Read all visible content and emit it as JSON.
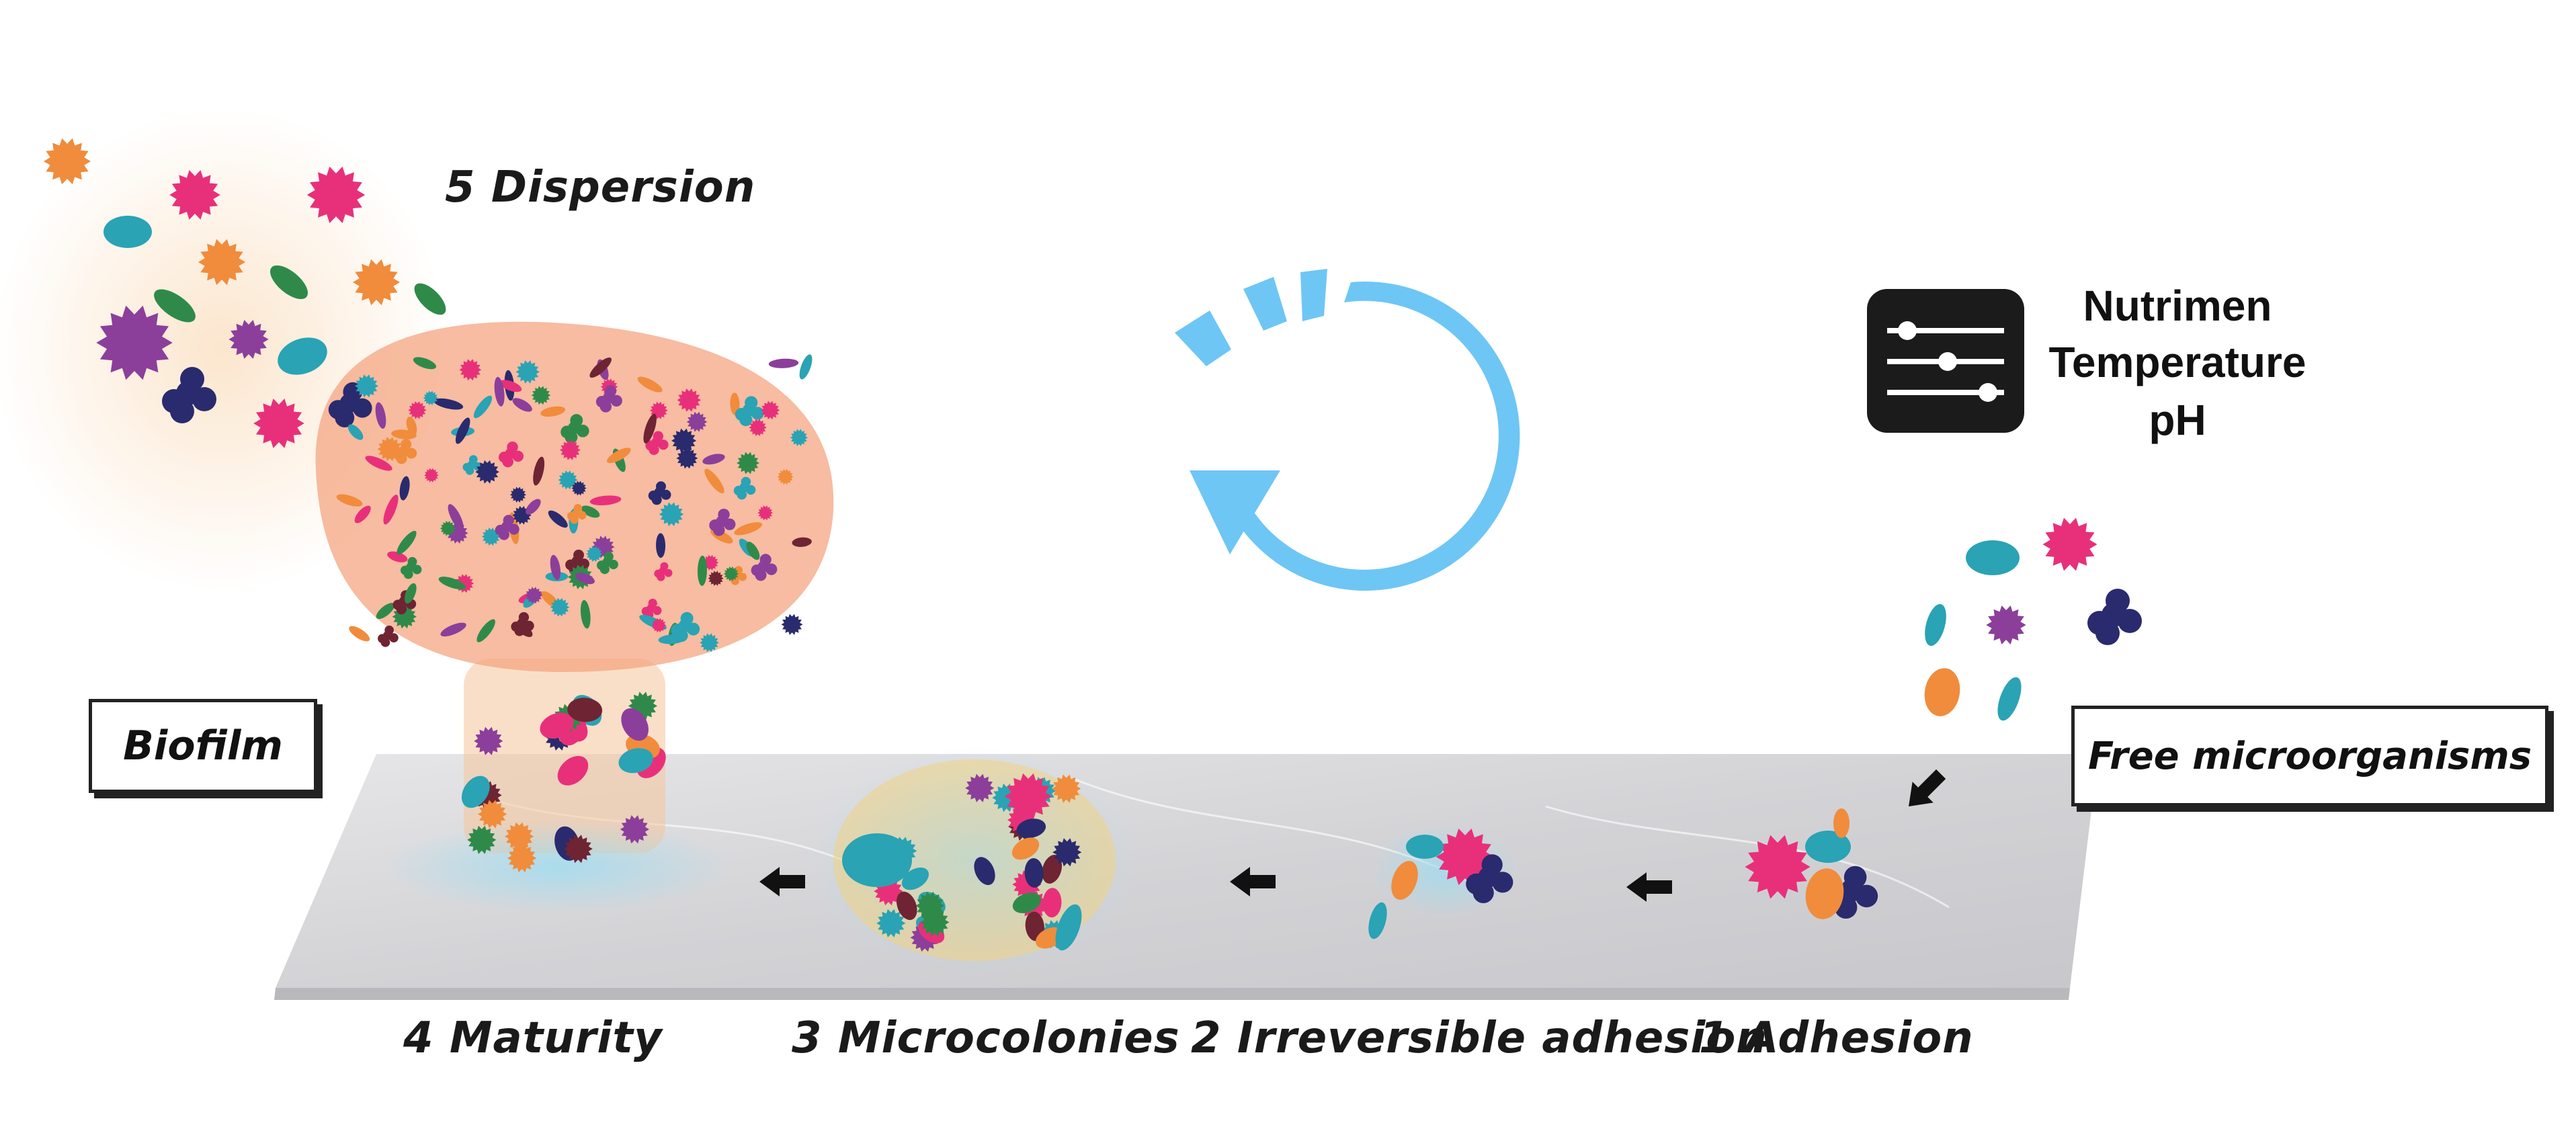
{
  "diagram": {
    "stages": {
      "dispersion": "5 Dispersion",
      "maturity": "4 Maturity",
      "microcolonies": "3 Microcolonies",
      "irreversible": "2 Irreversible adhesion",
      "adhesion": "1 Adhesion"
    },
    "boxes": {
      "biofilm": "Biofilm",
      "free": "Free microorganisms"
    },
    "conditions": [
      "Nutrimen",
      "Temperature",
      "pH"
    ],
    "icons": {
      "cycle": "cycle-arrow-icon",
      "settings": "sliders-icon",
      "arrow": "left-arrow-icon"
    },
    "colors": {
      "cycle": "#6ec6f5",
      "surface": "#d8d8da",
      "biofilm": "#f4a582",
      "teal": "#2aa3b4",
      "pink": "#e8307a",
      "purple": "#8b3f9a",
      "navy": "#2a2a6e",
      "orange": "#f08c3c",
      "green": "#2f8a4a",
      "maroon": "#6e2433"
    }
  }
}
